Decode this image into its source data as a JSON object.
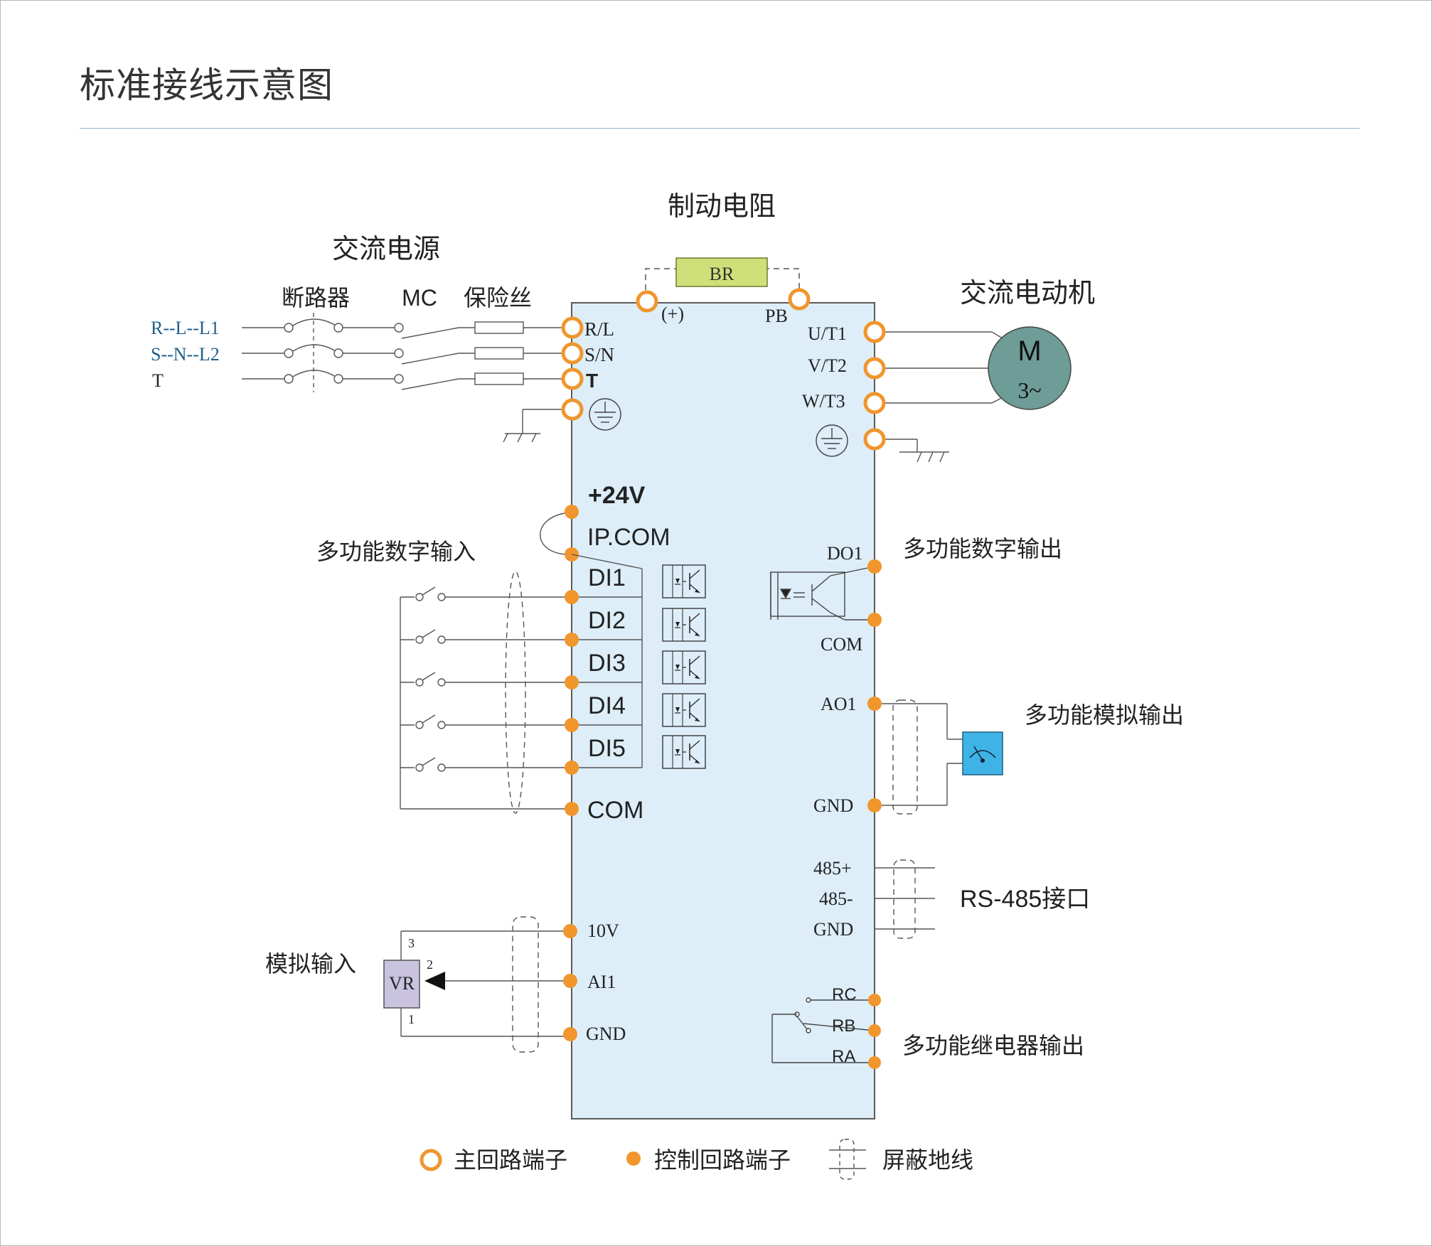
{
  "title": "标准接线示意图",
  "colors": {
    "panel": "#ddeef8",
    "terminal": "#f0962d",
    "br": "#cfe07a",
    "meter": "#3fb3e6",
    "vr": "#c9c3e0",
    "motor": "#6e9c96",
    "supply_text": "#1f5f8b"
  },
  "labels": {
    "braking_resistor": "制动电阻",
    "br": "BR",
    "plus": "(+)",
    "pb": "PB",
    "ac_power": "交流电源",
    "breaker": "断路器",
    "mc": "MC",
    "fuse": "保险丝",
    "ac_motor": "交流电动机",
    "motor_m": "M",
    "motor_phase": "3~",
    "supply": [
      "R--L--L1",
      "S--N--L2",
      "T"
    ],
    "main_in": [
      "R/L",
      "S/N",
      "T"
    ],
    "main_out": [
      "U/T1",
      "V/T2",
      "W/T3"
    ],
    "p24": "+24V",
    "ipcom": "IP.COM",
    "digital_inputs": [
      "DI1",
      "DI2",
      "DI3",
      "DI4",
      "DI5"
    ],
    "com": "COM",
    "digital_input_title": "多功能数字输入",
    "do1": "DO1",
    "do_com": "COM",
    "digital_output_title": "多功能数字输出",
    "ao1": "AO1",
    "ao_gnd": "GND",
    "analog_output_title": "多功能模拟输出",
    "rs485_plus": "485+",
    "rs485_minus": "485-",
    "rs485_gnd": "GND",
    "rs485_title": "RS-485接口",
    "relay": [
      "RC",
      "RB",
      "RA"
    ],
    "relay_title": "多功能继电器输出",
    "ai_10v": "10V",
    "ai1": "AI1",
    "ai_gnd": "GND",
    "analog_input_title": "模拟输入",
    "vr": "VR",
    "vr_pins": [
      "3",
      "2",
      "1"
    ]
  },
  "legend": {
    "main_terminal": "主回路端子",
    "control_terminal": "控制回路端子",
    "shield_ground": "屏蔽地线"
  }
}
